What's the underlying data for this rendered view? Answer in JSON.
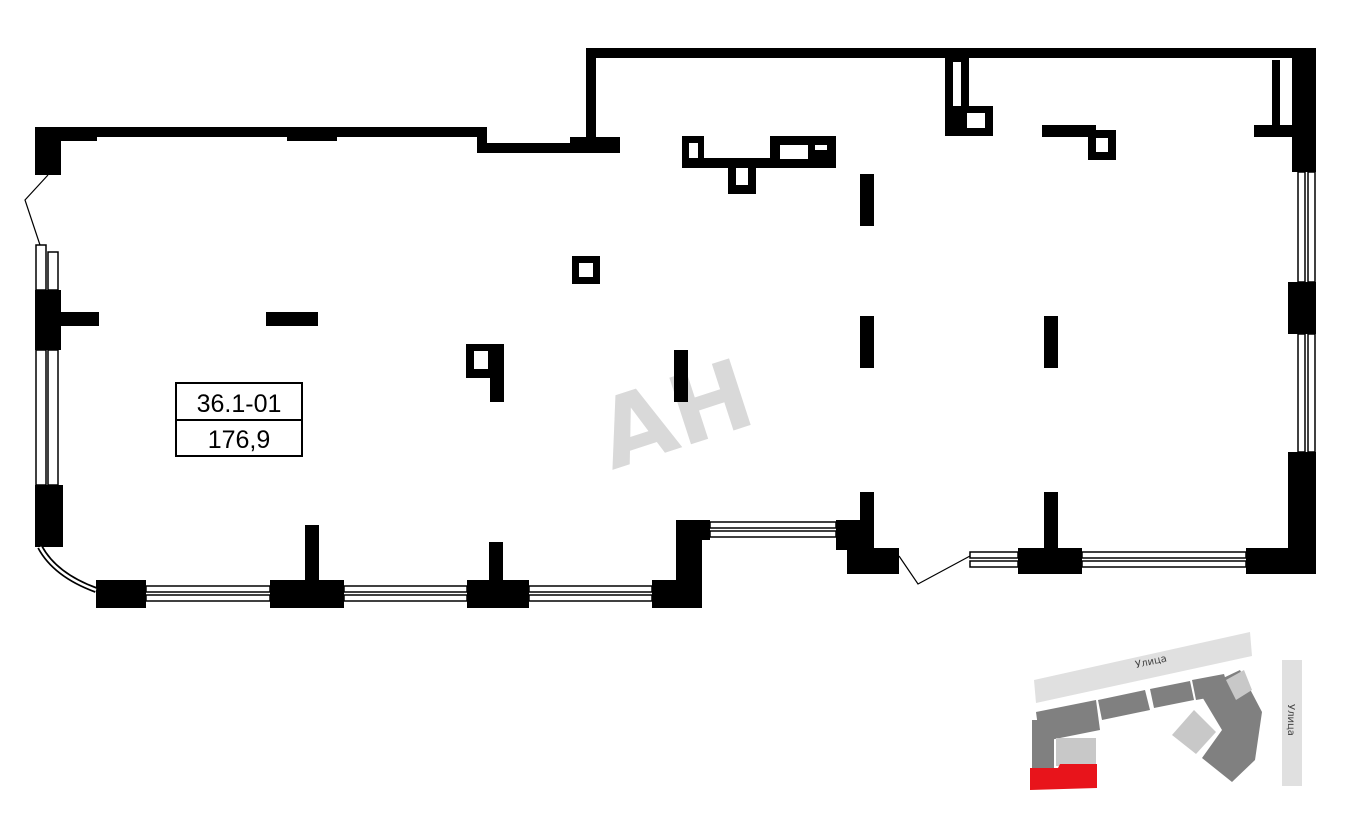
{
  "unit": {
    "id": "36.1-01",
    "area": "176,9"
  },
  "watermark": {
    "text": "AH"
  },
  "site_map": {
    "street_top": "Улица",
    "street_right": "Улица",
    "highlight_color": "#e8141b",
    "building_color": "#808080",
    "light_color": "#c8c8c8",
    "road_color": "#e0e0e0"
  }
}
